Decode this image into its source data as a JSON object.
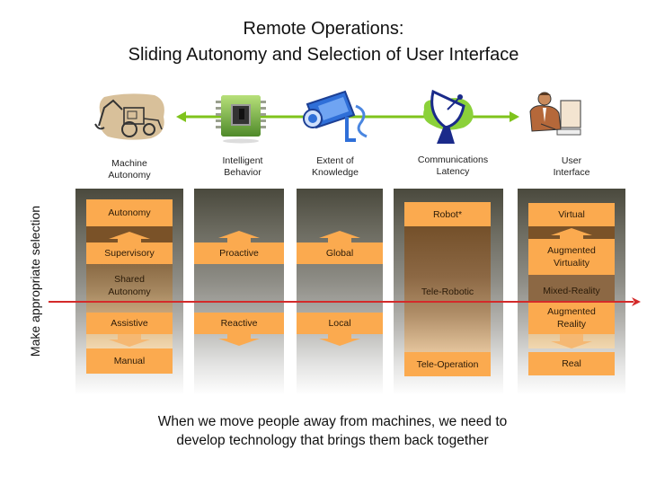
{
  "title": {
    "line1": "Remote Operations:",
    "line2": "Sliding Autonomy and Selection of User Interface"
  },
  "colors": {
    "box_fill": "#fbaa4f",
    "selection_line": "#d42a2a",
    "spectrum_arrow": "#7fc31c"
  },
  "categories": [
    {
      "icon": "backhoe-icon",
      "label_l1": "Machine",
      "label_l2": "Autonomy"
    },
    {
      "icon": "microchip-icon",
      "label_l1": "Intelligent",
      "label_l2": "Behavior"
    },
    {
      "icon": "camera-icon",
      "label_l1": "Extent of",
      "label_l2": "Knowledge"
    },
    {
      "icon": "satellite-dish-icon",
      "label_l1": "Communications",
      "label_l2": "Latency"
    },
    {
      "icon": "user-at-computer-icon",
      "label_l1": "User",
      "label_l2": "Interface"
    }
  ],
  "columns": {
    "autonomy": {
      "top": "Autonomy",
      "upper": "Supervisory",
      "middle_l1": "Shared",
      "middle_l2": "Autonomy",
      "lower": "Assistive",
      "bottom": "Manual"
    },
    "behavior": {
      "upper": "Proactive",
      "lower": "Reactive"
    },
    "knowledge": {
      "upper": "Global",
      "lower": "Local"
    },
    "latency": {
      "top": "Robot*",
      "middle": "Tele-Robotic",
      "bottom": "Tele-Operation"
    },
    "interface": {
      "top": "Virtual",
      "upper_l1": "Augmented",
      "upper_l2": "Virtuality",
      "middle": "Mixed-Reality",
      "lower_l1": "Augmented",
      "lower_l2": "Reality",
      "bottom": "Real"
    }
  },
  "side_label": "Make appropriate selection",
  "caption": {
    "line1": "When we move people away from machines, we need to",
    "line2": "develop technology that brings them back together"
  }
}
